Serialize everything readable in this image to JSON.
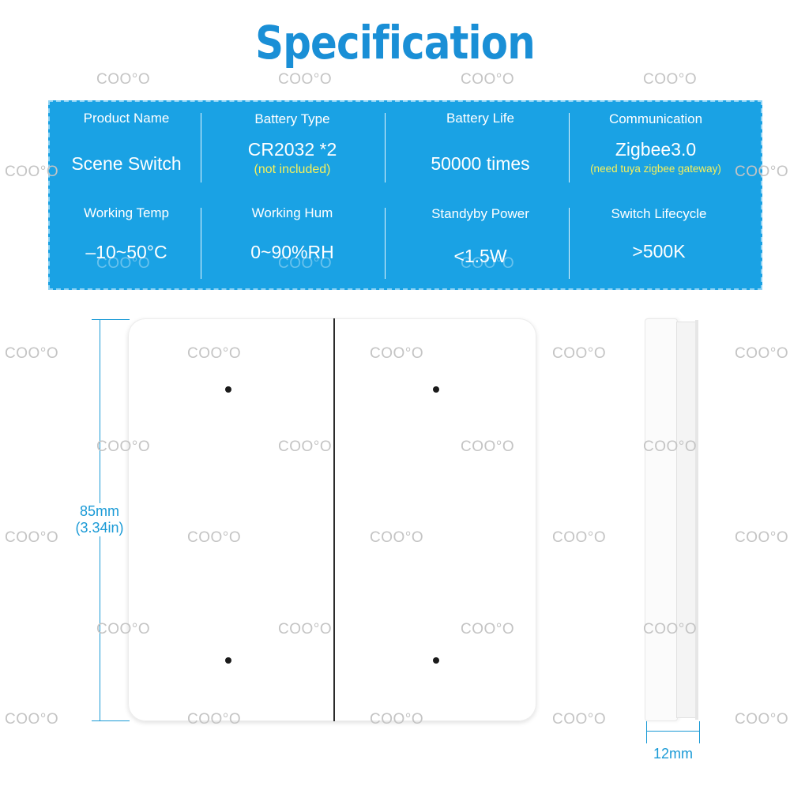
{
  "title": "Specification",
  "watermark": "COO°O",
  "spec_table": {
    "row1": [
      {
        "label": "Product Name",
        "value": "Scene Switch",
        "note": ""
      },
      {
        "label": "Battery Type",
        "value": "CR2032 *2",
        "note": "(not included)"
      },
      {
        "label": "Battery Life",
        "value": "50000 times",
        "note": ""
      },
      {
        "label": "Communication",
        "value": "Zigbee3.0",
        "note": "(need tuya zigbee gateway)"
      }
    ],
    "row2": [
      {
        "label": "Working Temp",
        "value": "–10~50°C"
      },
      {
        "label": "Working Hum",
        "value": "0~90%RH"
      },
      {
        "label": "Standyby Power",
        "value": "<1.5W"
      },
      {
        "label": "Switch Lifecycle",
        "value": ">500K"
      }
    ]
  },
  "dimensions": {
    "height_mm": "85mm",
    "height_in": "(3.34in)",
    "depth_mm": "12mm"
  },
  "colors": {
    "title": "#1a8fd6",
    "panel": "#1aa2e4",
    "note": "#f6f05a",
    "dimension": "#1a9ad6"
  }
}
